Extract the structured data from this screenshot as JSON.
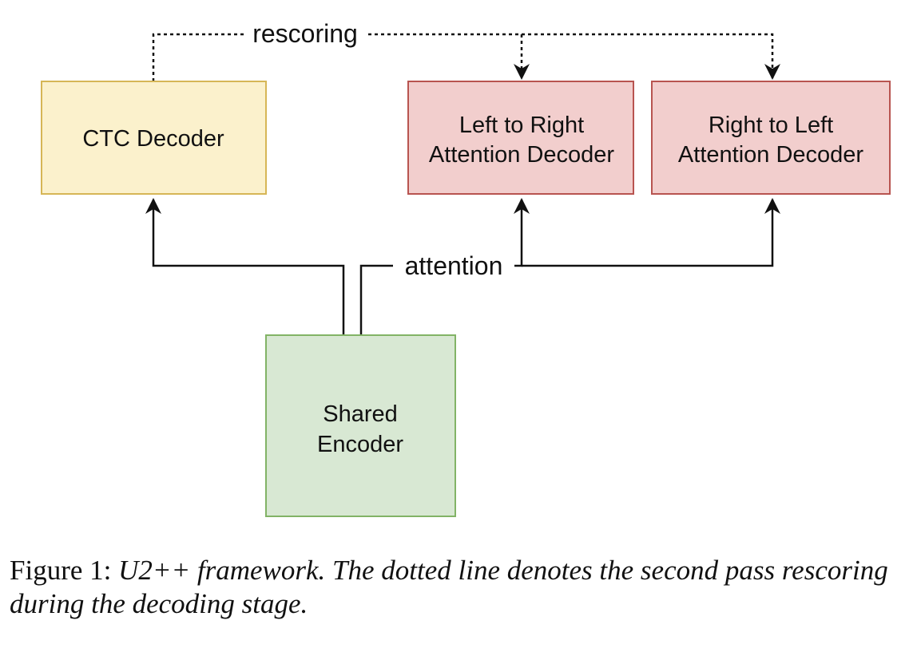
{
  "nodes": {
    "ctc": {
      "lines": [
        "CTC Decoder"
      ],
      "fill": "#fbf1cc",
      "stroke": "#d6b656"
    },
    "l2r": {
      "lines": [
        "Left to Right",
        "Attention Decoder"
      ],
      "fill": "#f2cecd",
      "stroke": "#b85450"
    },
    "r2l": {
      "lines": [
        "Right to Left",
        "Attention Decoder"
      ],
      "fill": "#f2cecd",
      "stroke": "#b85450"
    },
    "encoder": {
      "lines": [
        "Shared",
        "Encoder"
      ],
      "fill": "#d8e8d3",
      "stroke": "#82b366"
    }
  },
  "edges": {
    "rescoring_label": "rescoring",
    "attention_label": "attention"
  },
  "caption": {
    "prefix": "Figure 1: ",
    "text": "U2++ framework. The dotted line denotes the second pass rescoring during the decoding stage."
  }
}
